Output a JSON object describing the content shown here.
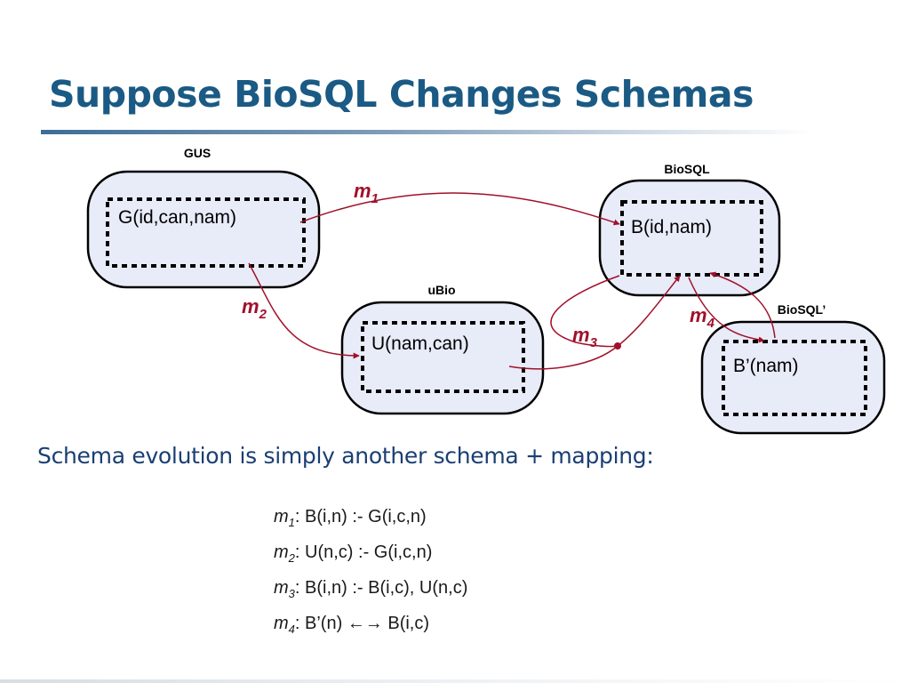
{
  "title": "Suppose BioSQL Changes Schemas",
  "schemas": {
    "gus": {
      "label": "GUS",
      "relation": "G(id,can,nam)"
    },
    "biosql": {
      "label": "BioSQL",
      "relation": "B(id,nam)"
    },
    "ubio": {
      "label": "uBio",
      "relation": "U(nam,can)"
    },
    "biosql_prime": {
      "label": "BioSQL’",
      "relation": "B’(nam)"
    }
  },
  "mappings": {
    "m1": {
      "base": "m",
      "sub": "1"
    },
    "m2": {
      "base": "m",
      "sub": "2"
    },
    "m3": {
      "base": "m",
      "sub": "3"
    },
    "m4": {
      "base": "m",
      "sub": "4"
    }
  },
  "subtitle": "Schema evolution is simply another schema + mapping:",
  "rules": [
    {
      "name": "m",
      "sub": "1",
      "text": ": B(i,n) :- G(i,c,n)"
    },
    {
      "name": "m",
      "sub": "2",
      "text": ": U(n,c) :- G(i,c,n)"
    },
    {
      "name": "m",
      "sub": "3",
      "text": ": B(i,n) :- B(i,c), U(n,c)"
    },
    {
      "name": "m",
      "sub": "4",
      "text": ": B’(n) ←→ B(i,c)"
    }
  ],
  "colors": {
    "title": "#1a5a84",
    "node_fill": "#e8ebf8",
    "arrow": "#a0102a",
    "subtitle": "#1a3f73"
  }
}
